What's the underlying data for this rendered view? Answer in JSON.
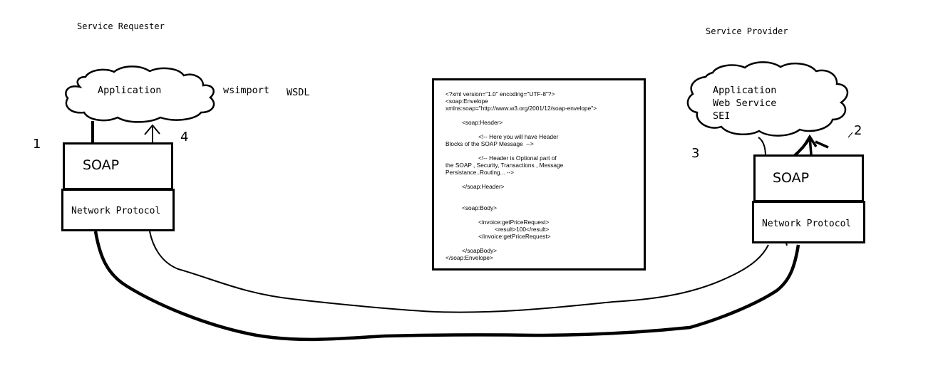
{
  "requester": {
    "title": "Service Requester",
    "cloud_text": "Application",
    "wsimport_label": "wsimport",
    "wsdl_label": "WSDL",
    "soap_label": "SOAP",
    "network_label": "Network Protocol"
  },
  "provider": {
    "title": "Service Provider",
    "cloud_lines": [
      "Application",
      "Web Service",
      "SEI"
    ],
    "soap_label": "SOAP",
    "network_label": "Network Protocol"
  },
  "step_numbers": [
    "1",
    "2",
    "3",
    "4"
  ],
  "soap_message_lines": [
    "<?xml version=\"1.0\" encoding=\"UTF-8\"?>",
    "<soap:Envelope",
    "xmlns:soap=\"http://www.w3.org/2001/12/soap-envelope\">",
    "          <soap:Header>",
    "                    <!-- Here you will have Header",
    "Blocks of the SOAP Message  -->",
    "                    <!-- Header is Optional part of",
    "the SOAP , Security, Transactions , Message",
    "Persistance..Routing... -->",
    "          </soap:Header>",
    "          <soap:Body>",
    "                    <invoice:getPriceRequest>",
    "                              <result>100</result>",
    "                    </invoice:getPriceRequest>",
    "          </soapBody>",
    "</soap:Envelope>"
  ]
}
